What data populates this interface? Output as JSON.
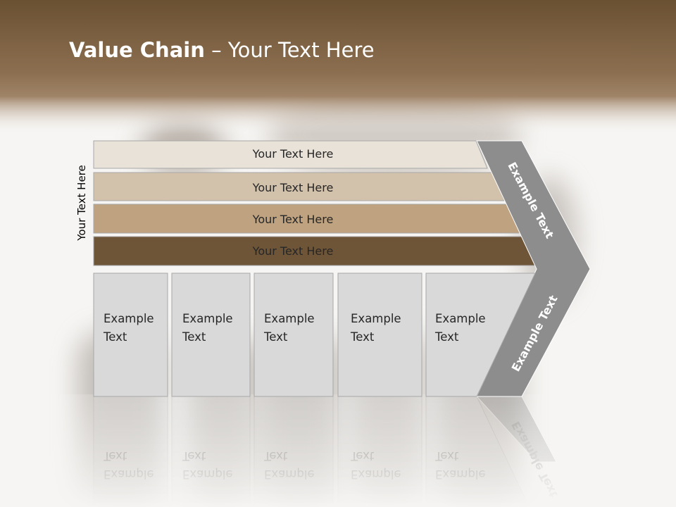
{
  "title": {
    "bold": "Value Chain",
    "rest": " – Your Text Here"
  },
  "side_label": "Your Text Here",
  "support_rows": [
    {
      "label": "Your Text Here",
      "color": "#e9e2d8"
    },
    {
      "label": "Your Text Here",
      "color": "#d3c2ab"
    },
    {
      "label": "Your Text Here",
      "color": "#bfa380"
    },
    {
      "label": "Your Text Here",
      "color": "#6e5538"
    }
  ],
  "chevron": {
    "top_label": "Example Text",
    "bottom_label": "Example Text",
    "color": "#8d8d8d"
  },
  "primary_columns": [
    {
      "line1": "Example",
      "line2": "Text"
    },
    {
      "line1": "Example",
      "line2": "Text"
    },
    {
      "line1": "Example",
      "line2": "Text"
    },
    {
      "line1": "Example",
      "line2": "Text"
    },
    {
      "line1": "Example",
      "line2": "Text"
    }
  ],
  "colors": {
    "header_band": "#8a6c4c",
    "column_fill": "#d9d9d9"
  }
}
